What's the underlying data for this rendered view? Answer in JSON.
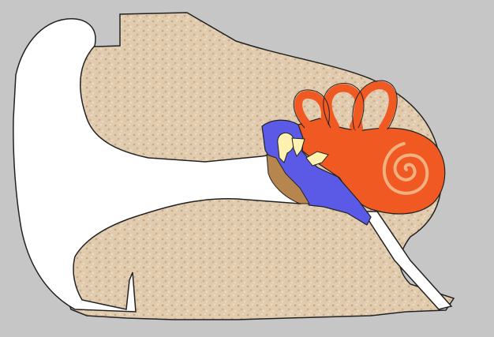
{
  "diagram": {
    "kind": "ear-anatomy-cross-section",
    "labels": [],
    "parts": [
      {
        "name": "outer-ear-pinna",
        "color": "#ffffff"
      },
      {
        "name": "ear-canal",
        "color": "#ffffff"
      },
      {
        "name": "tissue-bone",
        "color": "#ddc4a4"
      },
      {
        "name": "eardrum",
        "color": "#b7854e"
      },
      {
        "name": "middle-ear-cavity",
        "color": "#5a5ae6"
      },
      {
        "name": "ossicles",
        "color": "#fff1b0"
      },
      {
        "name": "semicircular-canals",
        "color": "#f05a22"
      },
      {
        "name": "cochlea",
        "color": "#f05a22"
      },
      {
        "name": "cochlea-spiral",
        "color": "#f0b080"
      },
      {
        "name": "eustachian-tube",
        "color": "#ffffff"
      }
    ]
  }
}
